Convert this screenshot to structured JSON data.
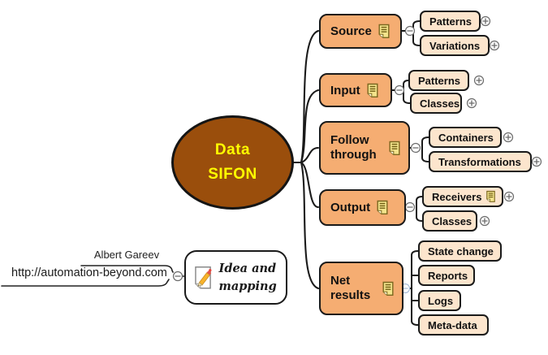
{
  "diagram": {
    "central": {
      "label": "Data SIFON"
    },
    "branches": [
      {
        "label": "Source",
        "note": true,
        "state": "expanded",
        "children": [
          {
            "label": "Patterns",
            "expandable": true
          },
          {
            "label": "Variations",
            "expandable": true
          }
        ]
      },
      {
        "label": "Input",
        "note": true,
        "state": "expanded",
        "children": [
          {
            "label": "Patterns",
            "expandable": true
          },
          {
            "label": "Classes",
            "expandable": true
          }
        ]
      },
      {
        "label": "Follow through",
        "note": true,
        "state": "expanded",
        "children": [
          {
            "label": "Containers",
            "expandable": true
          },
          {
            "label": "Transformations",
            "expandable": true
          }
        ]
      },
      {
        "label": "Output",
        "note": true,
        "state": "expanded",
        "children": [
          {
            "label": "Receivers",
            "note": true,
            "expandable": true
          },
          {
            "label": "Classes",
            "expandable": true
          }
        ]
      },
      {
        "label": "Net results",
        "note": true,
        "state": "expanded",
        "children": [
          {
            "label": "State change"
          },
          {
            "label": "Reports"
          },
          {
            "label": "Logs"
          },
          {
            "label": "Meta-data"
          }
        ]
      }
    ],
    "callout": {
      "author": "Albert Gareev",
      "url": "http://automation-beyond.com",
      "note_label": "Idea and mapping"
    },
    "icons": {
      "topic_note": "note-icon",
      "callout_note": "pencil-note-icon",
      "collapse": "minus-icon",
      "expand": "plus-icon"
    },
    "colors": {
      "central_fill": "#9A4E0C",
      "central_text": "#FFFF00",
      "topic_fill": "#F5AD72",
      "child_fill": "#FCE5CD",
      "border": "#1A1A1A",
      "faded_collapse": "#A9BCD6"
    }
  }
}
